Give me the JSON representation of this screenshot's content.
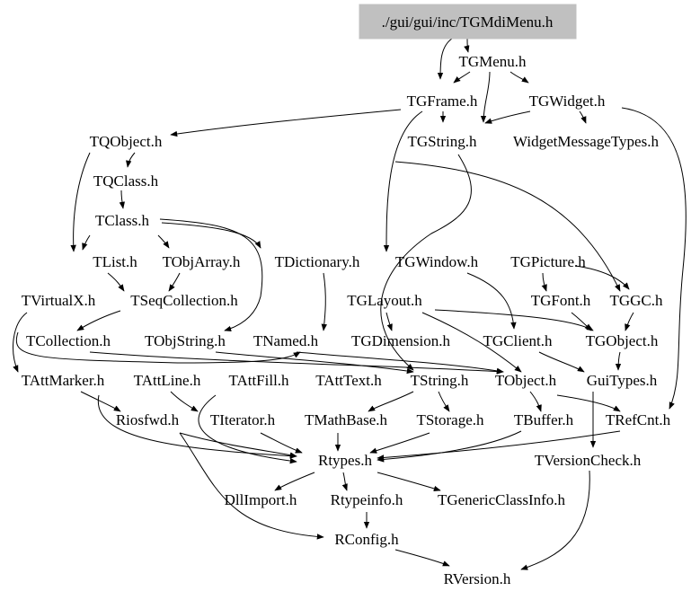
{
  "graph": {
    "root_highlight_color": "#c0c0c0",
    "edge_color": "#000000",
    "text_color": "#000000",
    "background_color": "#ffffff",
    "nodes": {
      "root": "./gui/gui/inc/TGMdiMenu.h",
      "tgmenu": "TGMenu.h",
      "tgframe": "TGFrame.h",
      "tgwidget": "TGWidget.h",
      "tqobject": "TQObject.h",
      "tgstring": "TGString.h",
      "widgetmsg": "WidgetMessageTypes.h",
      "tqclass": "TQClass.h",
      "tclass": "TClass.h",
      "tlist": "TList.h",
      "tobjarray": "TObjArray.h",
      "tdictionary": "TDictionary.h",
      "tgwindow": "TGWindow.h",
      "tgpicture": "TGPicture.h",
      "tvirtualx": "TVirtualX.h",
      "tseqcollection": "TSeqCollection.h",
      "tglayout": "TGLayout.h",
      "tgfont": "TGFont.h",
      "tggc": "TGGC.h",
      "tcollection": "TCollection.h",
      "tobjstring": "TObjString.h",
      "tnamed": "TNamed.h",
      "tgdimension": "TGDimension.h",
      "tgclient": "TGClient.h",
      "tgobject": "TGObject.h",
      "tattmarker": "TAttMarker.h",
      "tattline": "TAttLine.h",
      "tattfill": "TAttFill.h",
      "tatttext": "TAttText.h",
      "tstring": "TString.h",
      "tobject": "TObject.h",
      "guitypes": "GuiTypes.h",
      "riosfwd": "Riosfwd.h",
      "titerator": "TIterator.h",
      "tmathbase": "TMathBase.h",
      "tstorage": "TStorage.h",
      "tbuffer": "TBuffer.h",
      "trefcnt": "TRefCnt.h",
      "rtypes": "Rtypes.h",
      "tversioncheck": "TVersionCheck.h",
      "dllimport": "DllImport.h",
      "rtypeinfo": "Rtypeinfo.h",
      "tgenericclassinfo": "TGenericClassInfo.h",
      "rconfig": "RConfig.h",
      "rversion": "RVersion.h"
    }
  }
}
